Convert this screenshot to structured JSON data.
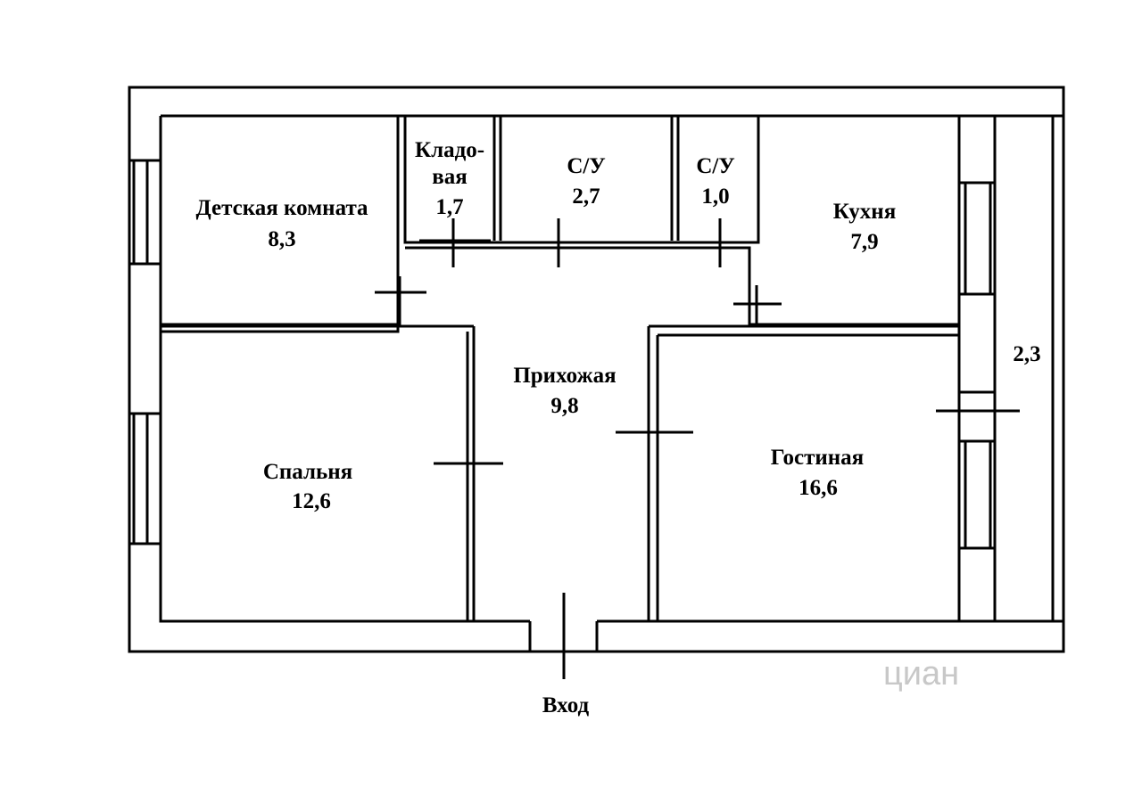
{
  "plan": {
    "rooms": {
      "children_room": {
        "name": "Детская комната",
        "area": "8,3"
      },
      "storage": {
        "name_line1": "Кладо-",
        "name_line2": "вая",
        "area": "1,7"
      },
      "bathroom_1": {
        "name": "С/У",
        "area": "2,7"
      },
      "bathroom_2": {
        "name": "С/У",
        "area": "1,0"
      },
      "kitchen": {
        "name": "Кухня",
        "area": "7,9"
      },
      "hallway": {
        "name": "Прихожая",
        "area": "9,8"
      },
      "bedroom": {
        "name": "Спальня",
        "area": "12,6"
      },
      "living_room": {
        "name": "Гостиная",
        "area": "16,6"
      },
      "balcony": {
        "area": "2,3"
      }
    },
    "entrance_label": "Вход",
    "watermark": "циан"
  },
  "colors": {
    "wall": "#000000",
    "background": "#ffffff",
    "watermark": "#c8c8c8"
  }
}
